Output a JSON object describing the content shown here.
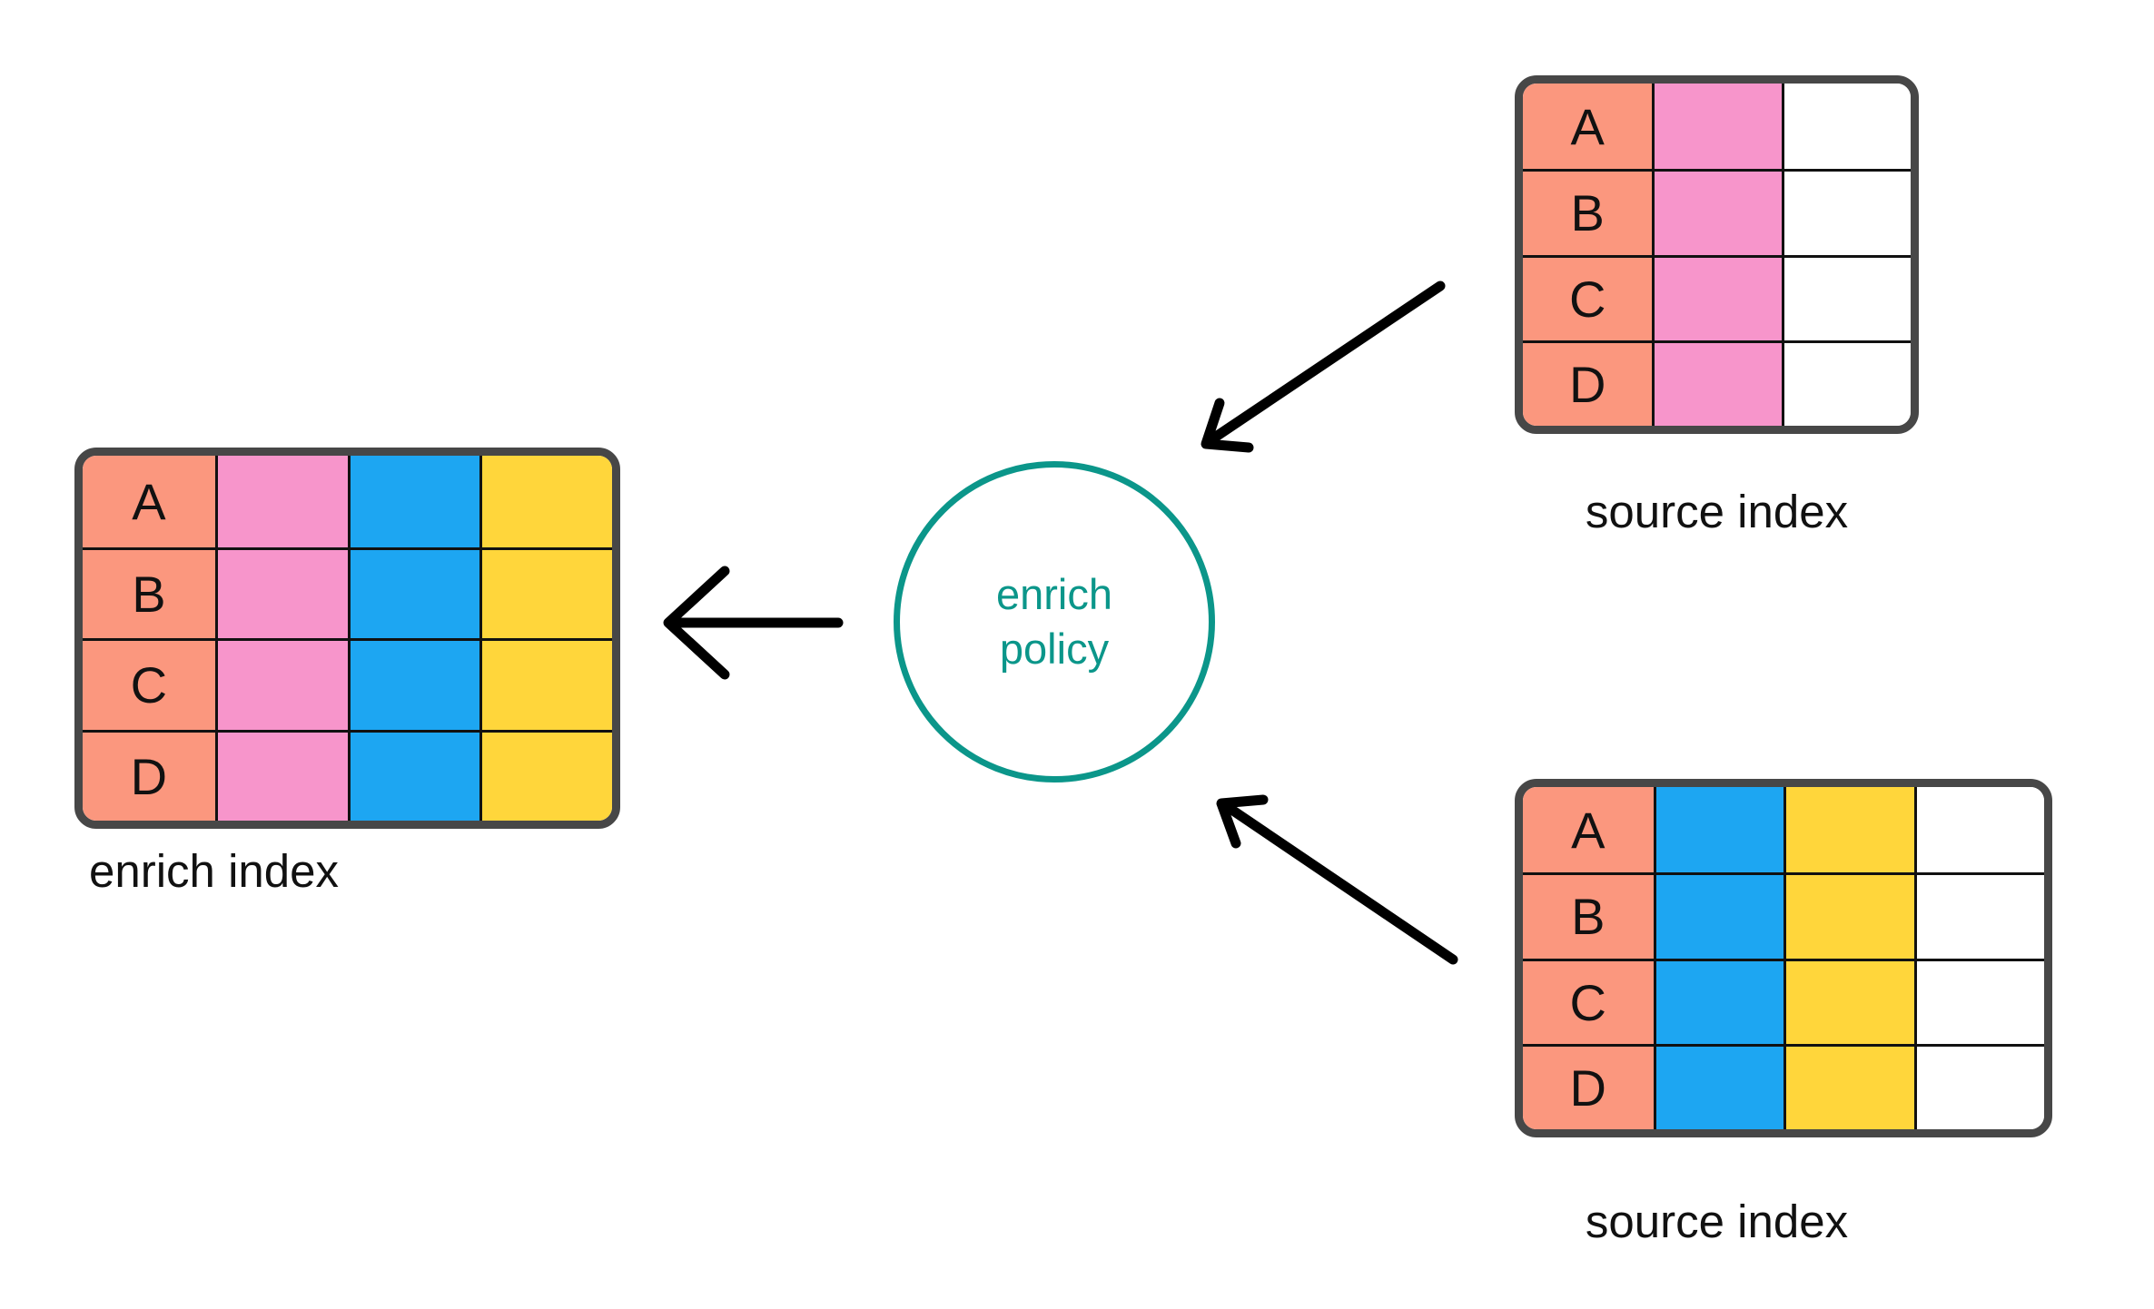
{
  "policy": {
    "line1": "enrich",
    "line2": "policy"
  },
  "tables": {
    "enrich": {
      "caption": "enrich index",
      "rows": [
        "A",
        "B",
        "C",
        "D"
      ],
      "columns": [
        "salmon",
        "pink",
        "blue",
        "yellow"
      ]
    },
    "source_top": {
      "caption": "source index",
      "rows": [
        "A",
        "B",
        "C",
        "D"
      ],
      "columns": [
        "salmon",
        "pink",
        "white"
      ]
    },
    "source_bottom": {
      "caption": "source index",
      "rows": [
        "A",
        "B",
        "C",
        "D"
      ],
      "columns": [
        "salmon",
        "blue",
        "yellow",
        "white"
      ]
    }
  },
  "colors": {
    "salmon": "#FB977E",
    "pink": "#F795CB",
    "blue": "#1DA6F2",
    "yellow": "#FFD63B",
    "white": "#FFFFFF",
    "teal": "#0B968A",
    "border": "#474747",
    "grid": "#111111",
    "arrow": "#000000"
  }
}
